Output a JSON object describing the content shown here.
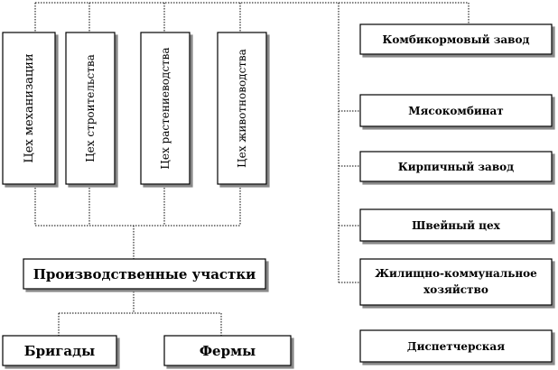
{
  "workshops": [
    {
      "label": "Цех механизации"
    },
    {
      "label": "Цех строительства"
    },
    {
      "label": "Цех растениеводства"
    },
    {
      "label": "Цех животноводства"
    }
  ],
  "right_units": [
    {
      "label": "Комбикормовый завод"
    },
    {
      "label": "Мясокомбинат"
    },
    {
      "label": "Кирпичный завод"
    },
    {
      "label": "Швейный цех"
    },
    {
      "lines": [
        "Жилищно-коммунальное",
        "хозяйство"
      ]
    },
    {
      "label": "Диспетчерская"
    }
  ],
  "production_sites": {
    "label": "Производственные участки"
  },
  "bottom_units": [
    {
      "label": "Бригады"
    },
    {
      "label": "Фермы"
    }
  ]
}
